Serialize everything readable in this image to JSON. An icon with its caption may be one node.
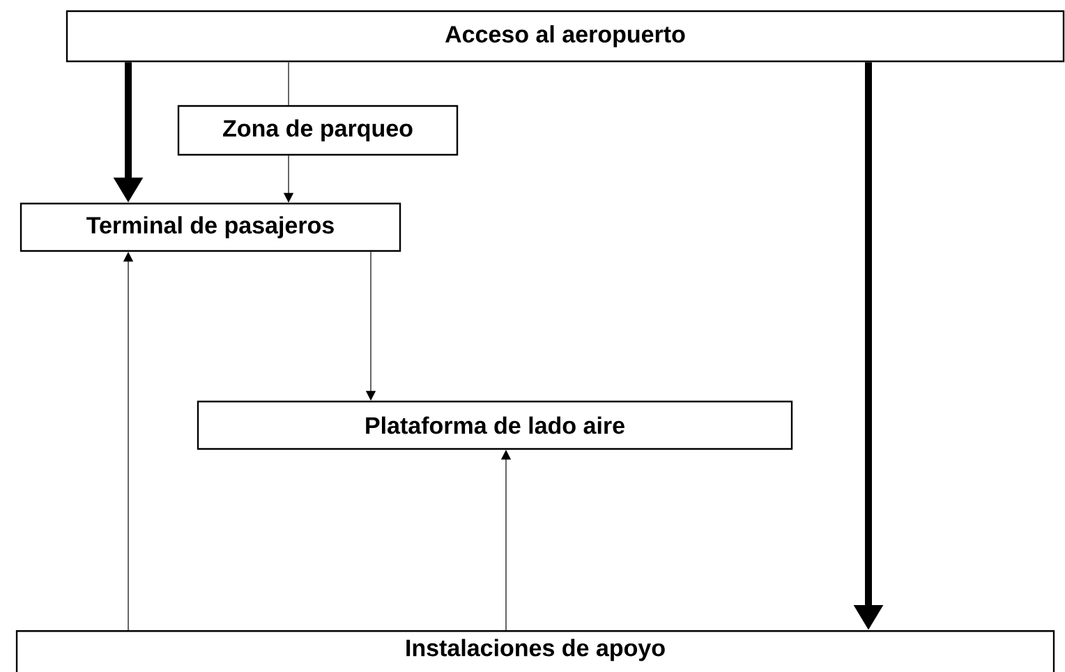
{
  "diagram": {
    "nodes": [
      {
        "text": [
          "Acceso al aeropuerto"
        ]
      },
      {
        "text": [
          "Zona de parqueo"
        ]
      },
      {
        "text": [
          "Terminal de pasajeros"
        ]
      },
      {
        "text": [
          "Plataforma de lado aire"
        ]
      },
      {
        "text": [
          "Instalaciones de apoyo"
        ]
      }
    ],
    "edges": [
      {
        "from": 0,
        "to": 2,
        "arrow": "to",
        "style": "thick"
      },
      {
        "from": 0,
        "to": 1,
        "arrow": "none"
      },
      {
        "from": 1,
        "to": 2,
        "arrow": "to"
      },
      {
        "from": 2,
        "to": 3,
        "arrow": "to"
      },
      {
        "from": 0,
        "to": 4,
        "arrow": "to",
        "style": "thick"
      },
      {
        "from": 4,
        "to": 2,
        "arrow": "to"
      },
      {
        "from": 4,
        "to": 3,
        "arrow": "to"
      }
    ]
  }
}
